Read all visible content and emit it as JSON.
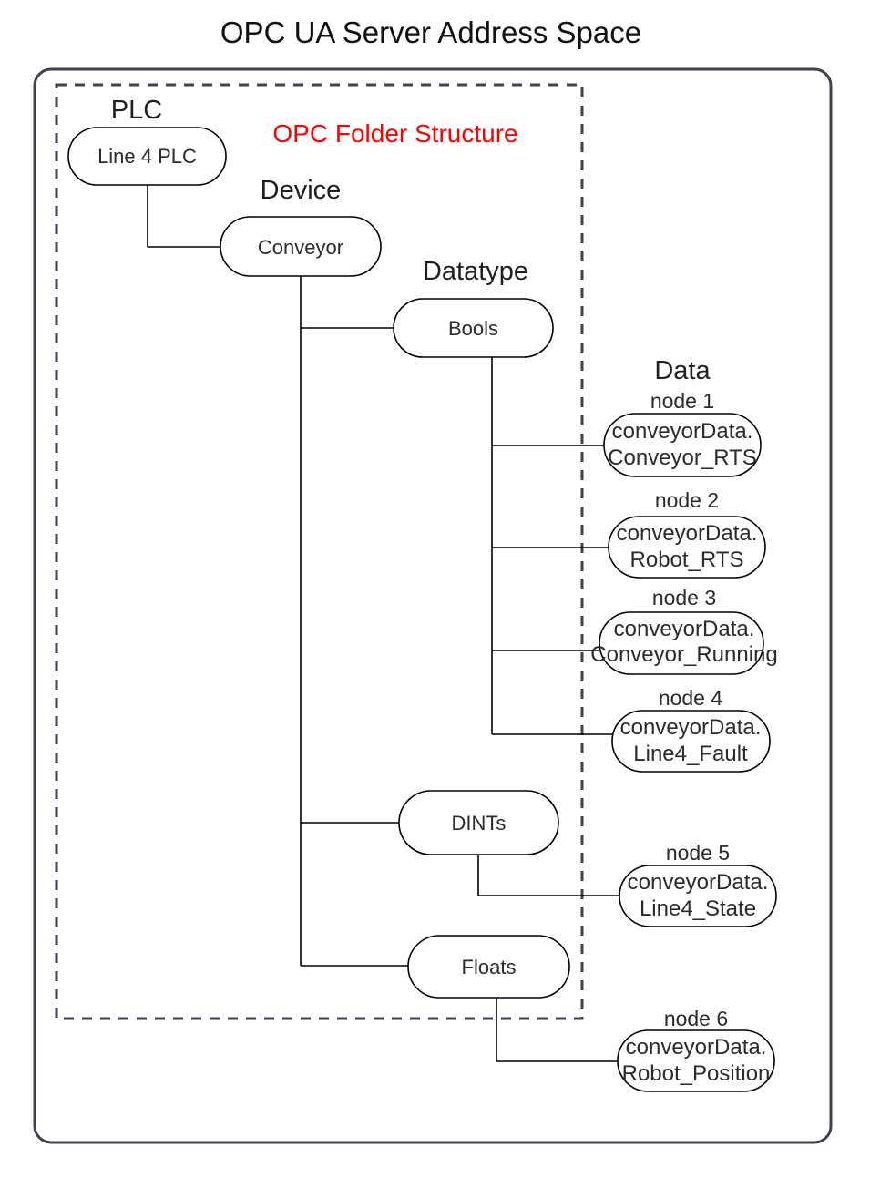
{
  "diagram": {
    "title": "OPC UA Server Address Space",
    "annotation": "OPC Folder Structure",
    "type": "tree-diagram",
    "column_labels": {
      "plc": "PLC",
      "device": "Device",
      "datatype": "Datatype",
      "data": "Data"
    },
    "folder_nodes": {
      "plc_node": "Line 4 PLC",
      "device_node": "Conveyor",
      "bools_node": "Bools",
      "dints_node": "DINTs",
      "floats_node": "Floats"
    },
    "data_nodes": [
      {
        "caption": "node 1",
        "line1": "conveyorData.",
        "line2": "Conveyor_RTS",
        "parent": "Bools"
      },
      {
        "caption": "node 2",
        "line1": "conveyorData.",
        "line2": "Robot_RTS",
        "parent": "Bools"
      },
      {
        "caption": "node 3",
        "line1": "conveyorData.",
        "line2": "Conveyor_Running",
        "parent": "Bools"
      },
      {
        "caption": "node 4",
        "line1": "conveyorData.",
        "line2": "Line4_Fault",
        "parent": "Bools"
      },
      {
        "caption": "node 5",
        "line1": "conveyorData.",
        "line2": "Line4_State",
        "parent": "DINTs"
      },
      {
        "caption": "node 6",
        "line1": "conveyorData.",
        "line2": "Robot_Position",
        "parent": "Floats"
      }
    ],
    "colors": {
      "annotation": "#ff0000",
      "container_stroke": "#3d4450",
      "node_stroke": "#000000",
      "background": "#ffffff",
      "text": "#1f1f1f"
    }
  }
}
